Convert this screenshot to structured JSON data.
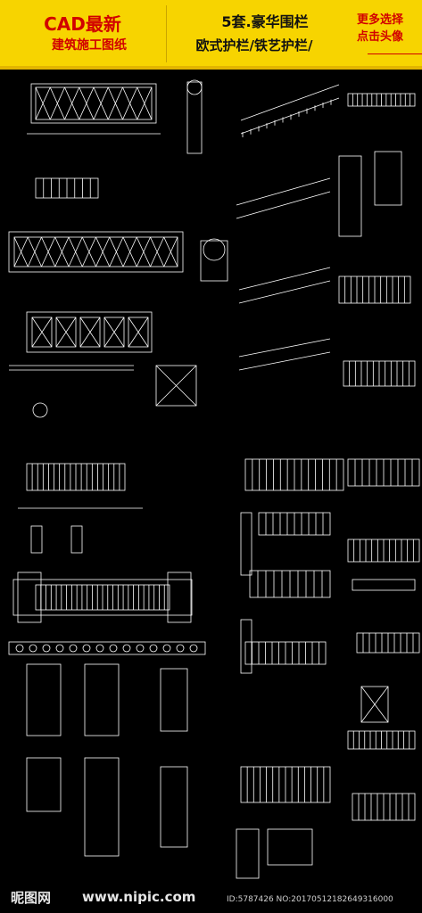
{
  "banner": {
    "left_line1": "CAD最新",
    "left_line2": "建筑施工图纸",
    "center_line1": "5套.豪华围栏",
    "center_line2": "欧式护栏/铁艺护栏/",
    "right_line1": "更多选择",
    "right_line2": "点击头像",
    "colors": {
      "background": "#f7d400",
      "accent_red": "#d10000",
      "text_dark": "#111111"
    }
  },
  "drawing": {
    "background": "#000000",
    "line_color": "#ffffff",
    "icon": "cad-railing-drawing-sheet"
  },
  "footer": {
    "brand": "昵图网",
    "site": "www.nipic.com",
    "meta": "ID:5787426 NO:20170512182649316000"
  }
}
